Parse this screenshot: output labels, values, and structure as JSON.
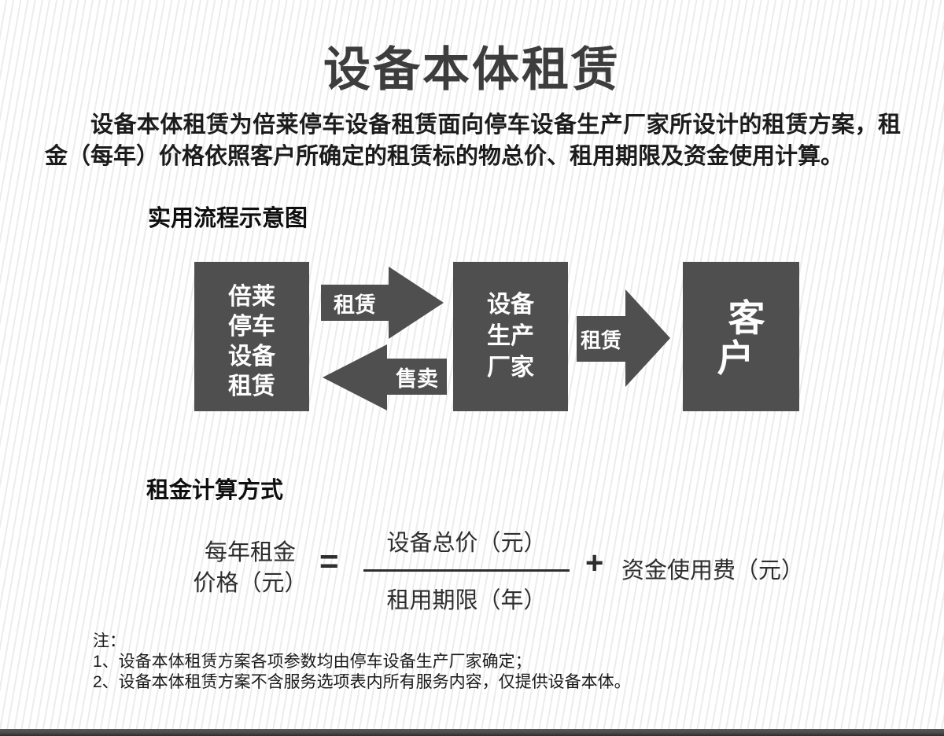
{
  "page": {
    "title": "设备本体租赁",
    "intro": "设备本体租赁为倍莱停车设备租赁面向停车设备生产厂家所设计的租赁方案，租金（每年）价格依照客户所确定的租赁标的物总价、租用期限及资金使用计算。"
  },
  "flow_section": {
    "heading": "实用流程示意图",
    "boxes": [
      {
        "lines": [
          "倍莱",
          "停车",
          "设备",
          "租赁"
        ]
      },
      {
        "lines": [
          "设备",
          "生产",
          "厂家"
        ]
      },
      {
        "lines": [
          "客",
          "户"
        ]
      }
    ],
    "arrows": [
      {
        "label": "租赁",
        "direction": "right"
      },
      {
        "label": "售卖",
        "direction": "left"
      },
      {
        "label": "租赁",
        "direction": "right"
      }
    ]
  },
  "formula_section": {
    "heading": "租金计算方式",
    "result_line1": "每年租金",
    "result_line2": "价格（元）",
    "equals_sign": "=",
    "numerator": "设备总价（元）",
    "denominator": "租用期限（年）",
    "plus_sign": "+",
    "addend": "资金使用费（元）"
  },
  "notes": {
    "label": "注：",
    "items": [
      "1、设备本体租赁方案各项参数均由停车设备生产厂家确定；",
      "2、设备本体租赁方案不含服务选项表内所有服务内容，仅提供设备本体。"
    ]
  },
  "colors": {
    "shape_gray": "#4f4f4f",
    "title_gray": "#3d3d3d",
    "bottom_bar_gray": "#4a4a4a"
  }
}
